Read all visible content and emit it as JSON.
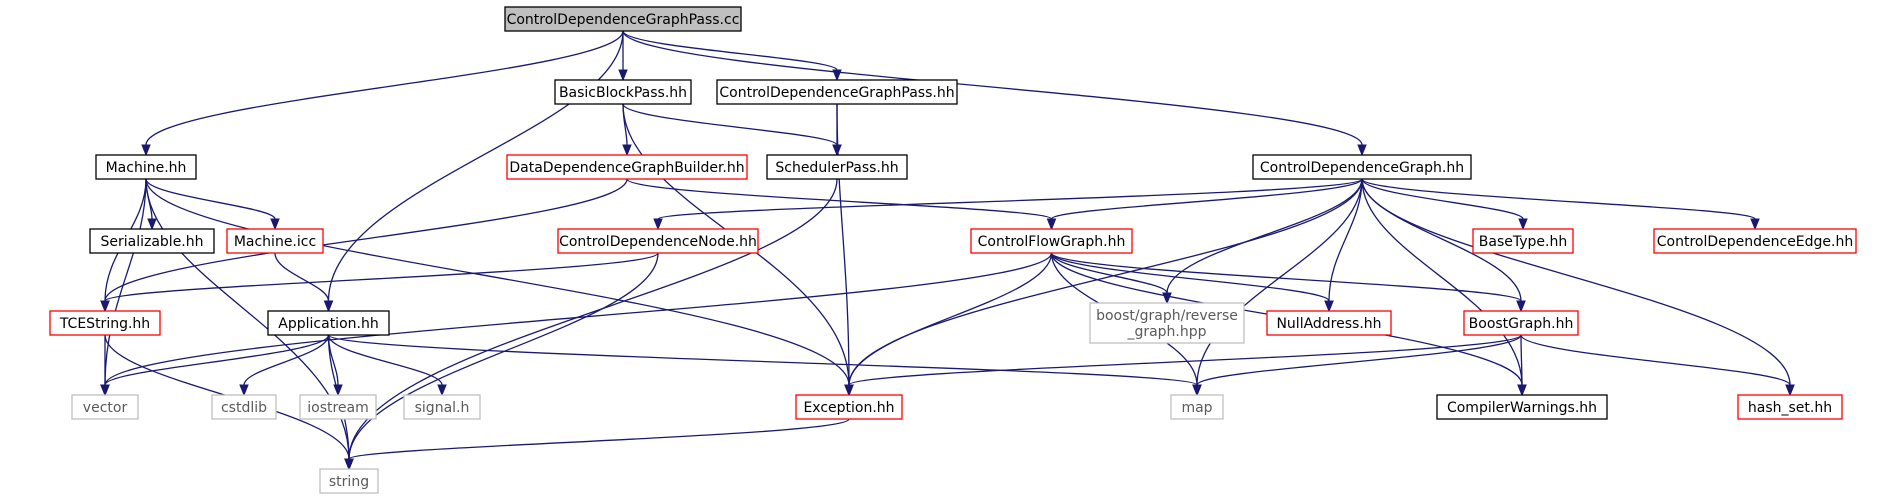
{
  "diagram": {
    "nodes": [
      {
        "id": "n_root",
        "label": "ControlDependenceGraphPass.cc",
        "style": "root"
      },
      {
        "id": "n_bbp",
        "label": "BasicBlockPass.hh",
        "style": "normal"
      },
      {
        "id": "n_cdgp_hh",
        "label": "ControlDependenceGraphPass.hh",
        "style": "normal"
      },
      {
        "id": "n_machine",
        "label": "Machine.hh",
        "style": "normal"
      },
      {
        "id": "n_ddgb",
        "label": "DataDependenceGraphBuilder.hh",
        "style": "red"
      },
      {
        "id": "n_sched",
        "label": "SchedulerPass.hh",
        "style": "normal"
      },
      {
        "id": "n_cdg",
        "label": "ControlDependenceGraph.hh",
        "style": "normal"
      },
      {
        "id": "n_serial",
        "label": "Serializable.hh",
        "style": "normal"
      },
      {
        "id": "n_micc",
        "label": "Machine.icc",
        "style": "red"
      },
      {
        "id": "n_cdn",
        "label": "ControlDependenceNode.hh",
        "style": "red"
      },
      {
        "id": "n_cfg",
        "label": "ControlFlowGraph.hh",
        "style": "red"
      },
      {
        "id": "n_basetype",
        "label": "BaseType.hh",
        "style": "red"
      },
      {
        "id": "n_cde",
        "label": "ControlDependenceEdge.hh",
        "style": "red"
      },
      {
        "id": "n_tce",
        "label": "TCEString.hh",
        "style": "red"
      },
      {
        "id": "n_app",
        "label": "Application.hh",
        "style": "normal"
      },
      {
        "id": "n_boostrev",
        "label": [
          "boost/graph/reverse",
          "_graph.hpp"
        ],
        "style": "ext"
      },
      {
        "id": "n_nulladdr",
        "label": "NullAddress.hh",
        "style": "red"
      },
      {
        "id": "n_boostgraph",
        "label": "BoostGraph.hh",
        "style": "red"
      },
      {
        "id": "n_vector",
        "label": "vector",
        "style": "ext"
      },
      {
        "id": "n_cstdlib",
        "label": "cstdlib",
        "style": "ext"
      },
      {
        "id": "n_iostream",
        "label": "iostream",
        "style": "ext"
      },
      {
        "id": "n_signal",
        "label": "signal.h",
        "style": "ext"
      },
      {
        "id": "n_exception",
        "label": "Exception.hh",
        "style": "red"
      },
      {
        "id": "n_map",
        "label": "map",
        "style": "ext"
      },
      {
        "id": "n_compwarn",
        "label": "CompilerWarnings.hh",
        "style": "normal"
      },
      {
        "id": "n_hashset",
        "label": "hash_set.hh",
        "style": "red"
      },
      {
        "id": "n_string",
        "label": "string",
        "style": "ext"
      }
    ],
    "edges": [
      [
        "n_root",
        "n_machine"
      ],
      [
        "n_root",
        "n_app"
      ],
      [
        "n_root",
        "n_bbp"
      ],
      [
        "n_root",
        "n_cdgp_hh"
      ],
      [
        "n_root",
        "n_cdg"
      ],
      [
        "n_bbp",
        "n_ddgb"
      ],
      [
        "n_bbp",
        "n_sched"
      ],
      [
        "n_bbp",
        "n_exception"
      ],
      [
        "n_cdgp_hh",
        "n_sched"
      ],
      [
        "n_cdgp_hh",
        "n_exception"
      ],
      [
        "n_machine",
        "n_serial"
      ],
      [
        "n_machine",
        "n_micc"
      ],
      [
        "n_machine",
        "n_tce"
      ],
      [
        "n_machine",
        "n_vector"
      ],
      [
        "n_machine",
        "n_string"
      ],
      [
        "n_machine",
        "n_exception"
      ],
      [
        "n_ddgb",
        "n_tce"
      ],
      [
        "n_ddgb",
        "n_cfg"
      ],
      [
        "n_sched",
        "n_string"
      ],
      [
        "n_micc",
        "n_app"
      ],
      [
        "n_cdg",
        "n_cdn"
      ],
      [
        "n_cdg",
        "n_cfg"
      ],
      [
        "n_cdg",
        "n_basetype"
      ],
      [
        "n_cdg",
        "n_cde"
      ],
      [
        "n_cdg",
        "n_boostrev"
      ],
      [
        "n_cdg",
        "n_nulladdr"
      ],
      [
        "n_cdg",
        "n_boostgraph"
      ],
      [
        "n_cdg",
        "n_exception"
      ],
      [
        "n_cdg",
        "n_map"
      ],
      [
        "n_cdg",
        "n_compwarn"
      ],
      [
        "n_cdg",
        "n_hashset"
      ],
      [
        "n_cdn",
        "n_tce"
      ],
      [
        "n_cdn",
        "n_string"
      ],
      [
        "n_cfg",
        "n_vector"
      ],
      [
        "n_cfg",
        "n_boostrev"
      ],
      [
        "n_cfg",
        "n_nulladdr"
      ],
      [
        "n_cfg",
        "n_boostgraph"
      ],
      [
        "n_cfg",
        "n_exception"
      ],
      [
        "n_cfg",
        "n_map"
      ],
      [
        "n_cfg",
        "n_compwarn"
      ],
      [
        "n_tce",
        "n_vector"
      ],
      [
        "n_tce",
        "n_string"
      ],
      [
        "n_app",
        "n_vector"
      ],
      [
        "n_app",
        "n_cstdlib"
      ],
      [
        "n_app",
        "n_iostream"
      ],
      [
        "n_app",
        "n_signal"
      ],
      [
        "n_app",
        "n_string"
      ],
      [
        "n_app",
        "n_map"
      ],
      [
        "n_boostgraph",
        "n_exception"
      ],
      [
        "n_boostgraph",
        "n_map"
      ],
      [
        "n_boostgraph",
        "n_compwarn"
      ],
      [
        "n_boostgraph",
        "n_hashset"
      ],
      [
        "n_exception",
        "n_string"
      ]
    ]
  }
}
